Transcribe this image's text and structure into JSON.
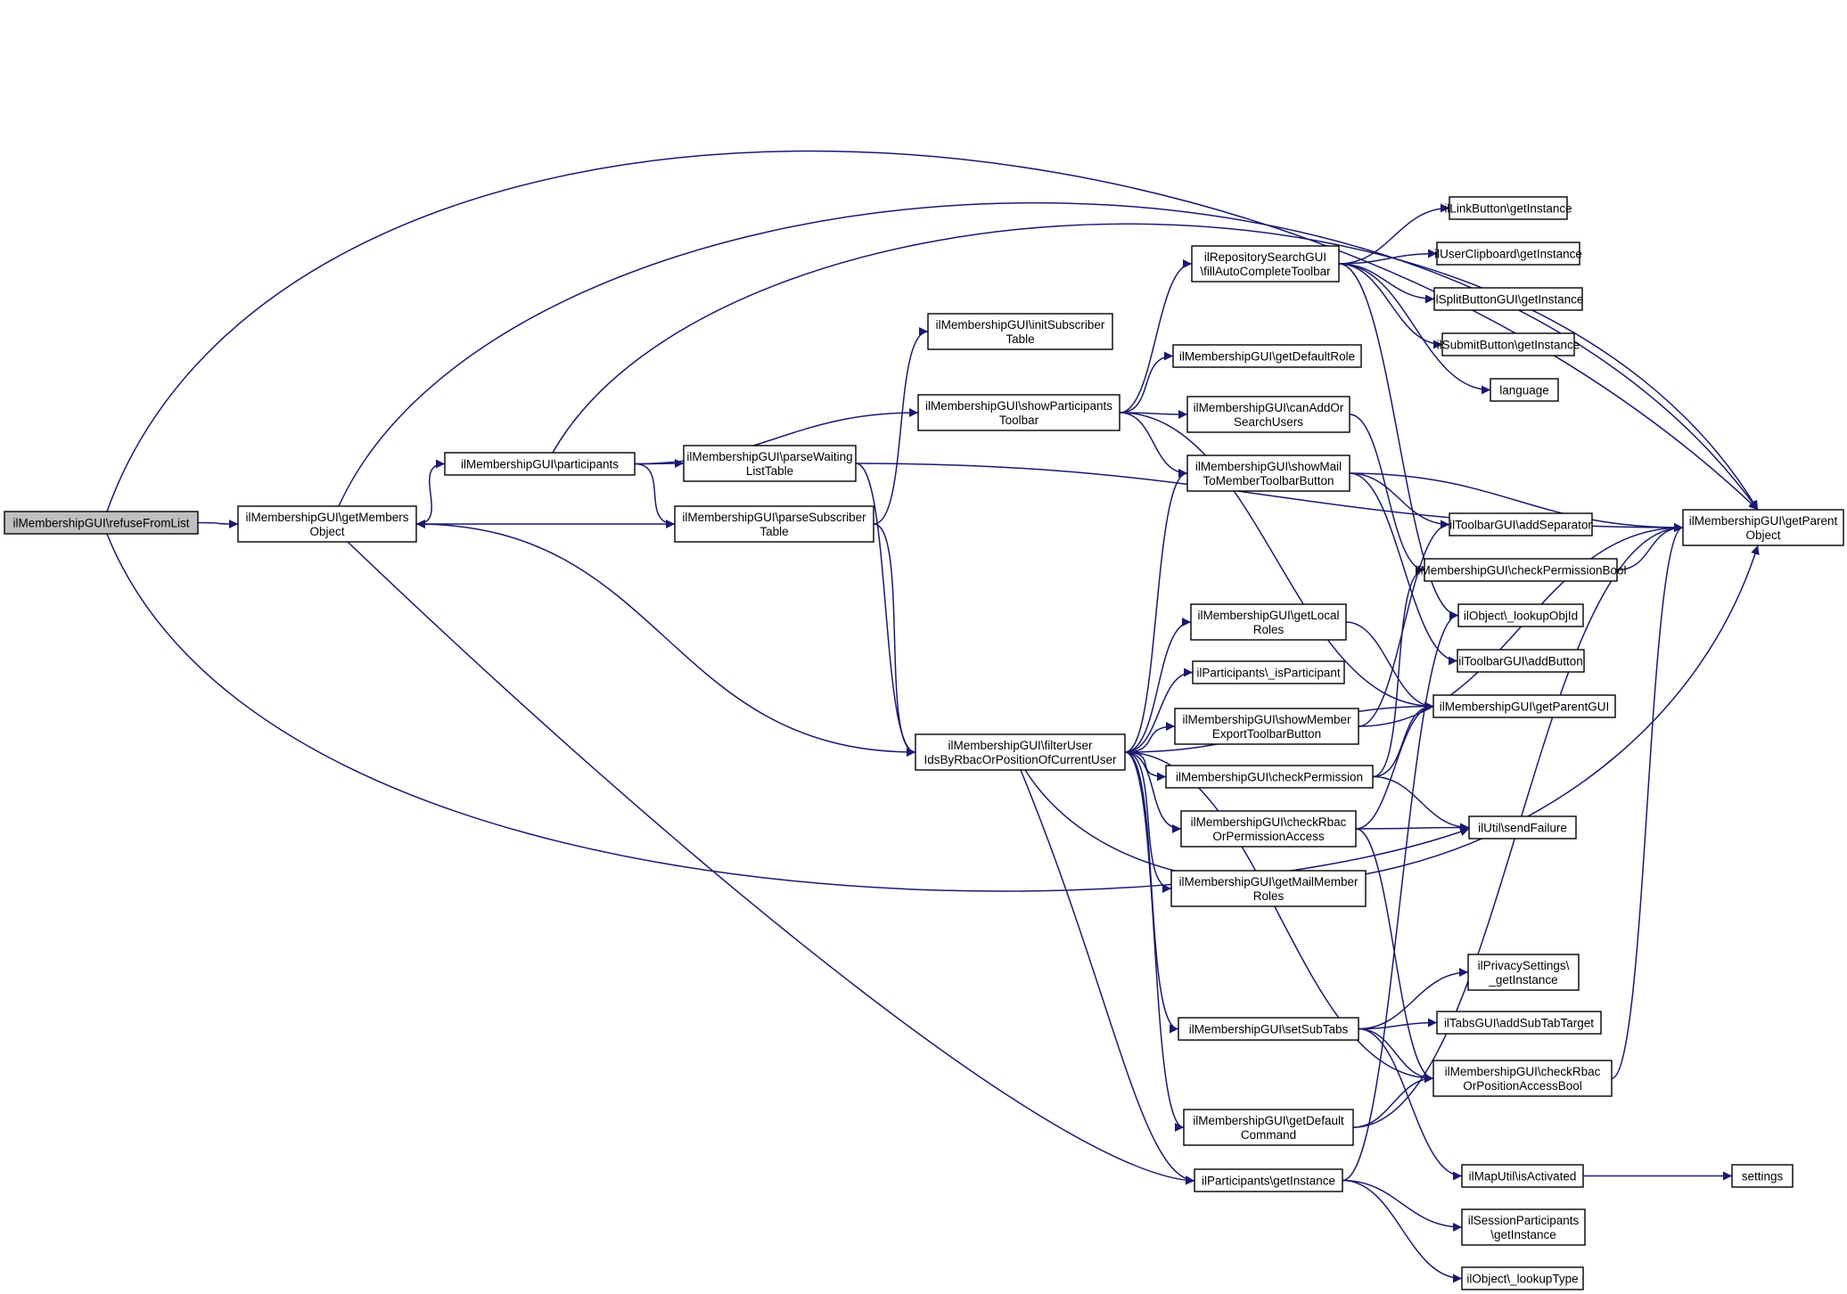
{
  "nodes": [
    {
      "id": "refuse",
      "lines": [
        "ilMembershipGUI\\refuseFromList"
      ],
      "root": true
    },
    {
      "id": "getMembers",
      "lines": [
        "ilMembershipGUI\\getMembers",
        "Object"
      ]
    },
    {
      "id": "participants",
      "lines": [
        "ilMembershipGUI\\participants"
      ]
    },
    {
      "id": "parseWaiting",
      "lines": [
        "ilMembershipGUI\\parseWaiting",
        "ListTable"
      ]
    },
    {
      "id": "parseSubscriber",
      "lines": [
        "ilMembershipGUI\\parseSubscriber",
        "Table"
      ]
    },
    {
      "id": "initSubscriber",
      "lines": [
        "ilMembershipGUI\\initSubscriber",
        "Table"
      ]
    },
    {
      "id": "showPart",
      "lines": [
        "ilMembershipGUI\\showParticipants",
        "Toolbar"
      ]
    },
    {
      "id": "filterUser",
      "lines": [
        "ilMembershipGUI\\filterUser",
        "IdsByRbacOrPositionOfCurrentUser"
      ]
    },
    {
      "id": "repoSearch",
      "lines": [
        "ilRepositorySearchGUI",
        "\\fillAutoCompleteToolbar"
      ]
    },
    {
      "id": "getDefaultRole",
      "lines": [
        "ilMembershipGUI\\getDefaultRole"
      ]
    },
    {
      "id": "canAddOr",
      "lines": [
        "ilMembershipGUI\\canAddOr",
        "SearchUsers"
      ]
    },
    {
      "id": "showMail",
      "lines": [
        "ilMembershipGUI\\showMail",
        "ToMemberToolbarButton"
      ]
    },
    {
      "id": "getLocalRoles",
      "lines": [
        "ilMembershipGUI\\getLocal",
        "Roles"
      ]
    },
    {
      "id": "isParticipant",
      "lines": [
        "ilParticipants\\_isParticipant"
      ]
    },
    {
      "id": "showMemberExport",
      "lines": [
        "ilMembershipGUI\\showMember",
        "ExportToolbarButton"
      ]
    },
    {
      "id": "checkPermission",
      "lines": [
        "ilMembershipGUI\\checkPermission"
      ]
    },
    {
      "id": "checkRbacOrPerm",
      "lines": [
        "ilMembershipGUI\\checkRbac",
        "OrPermissionAccess"
      ]
    },
    {
      "id": "getMailMember",
      "lines": [
        "ilMembershipGUI\\getMailMember",
        "Roles"
      ]
    },
    {
      "id": "setSubTabs",
      "lines": [
        "ilMembershipGUI\\setSubTabs"
      ]
    },
    {
      "id": "getDefaultCommand",
      "lines": [
        "ilMembershipGUI\\getDefault",
        "Command"
      ]
    },
    {
      "id": "partGetInstance",
      "lines": [
        "ilParticipants\\getInstance"
      ]
    },
    {
      "id": "linkButton",
      "lines": [
        "ilLinkButton\\getInstance"
      ]
    },
    {
      "id": "userClipboard",
      "lines": [
        "ilUserClipboard\\getInstance"
      ]
    },
    {
      "id": "splitButton",
      "lines": [
        "ilSplitButtonGUI\\getInstance"
      ]
    },
    {
      "id": "submitButton",
      "lines": [
        "ilSubmitButton\\getInstance"
      ]
    },
    {
      "id": "language",
      "lines": [
        "language"
      ]
    },
    {
      "id": "addSeparator",
      "lines": [
        "ilToolbarGUI\\addSeparator"
      ]
    },
    {
      "id": "checkPermBool",
      "lines": [
        "ilMembershipGUI\\checkPermissionBool"
      ]
    },
    {
      "id": "lookupObjId",
      "lines": [
        "ilObject\\_lookupObjId"
      ]
    },
    {
      "id": "addButton",
      "lines": [
        "ilToolbarGUI\\addButton"
      ]
    },
    {
      "id": "getParentGUI",
      "lines": [
        "ilMembershipGUI\\getParentGUI"
      ]
    },
    {
      "id": "sendFailure",
      "lines": [
        "ilUtil\\sendFailure"
      ]
    },
    {
      "id": "privacy",
      "lines": [
        "ilPrivacySettings\\",
        "_getInstance"
      ]
    },
    {
      "id": "addSubTab",
      "lines": [
        "ilTabsGUI\\addSubTabTarget"
      ]
    },
    {
      "id": "checkRbacPosBool",
      "lines": [
        "ilMembershipGUI\\checkRbac",
        "OrPositionAccessBool"
      ]
    },
    {
      "id": "mapUtil",
      "lines": [
        "ilMapUtil\\isActivated"
      ]
    },
    {
      "id": "settings",
      "lines": [
        "settings"
      ]
    },
    {
      "id": "sessionPart",
      "lines": [
        "ilSessionParticipants",
        "\\getInstance"
      ]
    },
    {
      "id": "lookupType",
      "lines": [
        "ilObject\\_lookupType"
      ]
    },
    {
      "id": "getParentObject",
      "lines": [
        "ilMembershipGUI\\getParent",
        "Object"
      ]
    }
  ],
  "edges": [
    [
      "refuse",
      "getMembers"
    ],
    [
      "refuse",
      "getParentObject"
    ],
    [
      "refuse",
      "sendFailure"
    ],
    [
      "getMembers",
      "participants"
    ],
    [
      "getMembers",
      "getParentObject"
    ],
    [
      "getMembers",
      "partGetInstance"
    ],
    [
      "participants",
      "parseWaiting"
    ],
    [
      "participants",
      "parseSubscriber"
    ],
    [
      "participants",
      "showPart"
    ],
    [
      "participants",
      "getParentObject"
    ],
    [
      "parseSubscriber",
      "getMembers"
    ],
    [
      "parseSubscriber",
      "initSubscriber"
    ],
    [
      "parseSubscriber",
      "filterUser"
    ],
    [
      "parseWaiting",
      "filterUser"
    ],
    [
      "parseWaiting",
      "getParentObject"
    ],
    [
      "showPart",
      "repoSearch"
    ],
    [
      "showPart",
      "getDefaultRole"
    ],
    [
      "showPart",
      "canAddOr"
    ],
    [
      "showPart",
      "showMail"
    ],
    [
      "showPart",
      "getParentGUI"
    ],
    [
      "repoSearch",
      "linkButton"
    ],
    [
      "repoSearch",
      "userClipboard"
    ],
    [
      "repoSearch",
      "splitButton"
    ],
    [
      "repoSearch",
      "submitButton"
    ],
    [
      "repoSearch",
      "language"
    ],
    [
      "repoSearch",
      "lookupObjId"
    ],
    [
      "canAddOr",
      "checkPermBool"
    ],
    [
      "showMail",
      "addSeparator"
    ],
    [
      "showMail",
      "addButton"
    ],
    [
      "showMail",
      "getParentObject"
    ],
    [
      "filterUser",
      "getMembers"
    ],
    [
      "filterUser",
      "showMail"
    ],
    [
      "filterUser",
      "getLocalRoles"
    ],
    [
      "filterUser",
      "isParticipant"
    ],
    [
      "filterUser",
      "showMemberExport"
    ],
    [
      "filterUser",
      "checkPermission"
    ],
    [
      "filterUser",
      "checkRbacOrPerm"
    ],
    [
      "filterUser",
      "getMailMember"
    ],
    [
      "filterUser",
      "setSubTabs"
    ],
    [
      "filterUser",
      "getDefaultCommand"
    ],
    [
      "filterUser",
      "partGetInstance"
    ],
    [
      "filterUser",
      "getParentGUI"
    ],
    [
      "filterUser",
      "getParentObject"
    ],
    [
      "filterUser",
      "checkRbacPosBool"
    ],
    [
      "getLocalRoles",
      "getParentGUI"
    ],
    [
      "showMemberExport",
      "addSeparator"
    ],
    [
      "showMemberExport",
      "getParentObject"
    ],
    [
      "checkPermission",
      "checkPermBool"
    ],
    [
      "checkPermission",
      "sendFailure"
    ],
    [
      "checkPermission",
      "getParentGUI"
    ],
    [
      "checkRbacOrPerm",
      "sendFailure"
    ],
    [
      "checkRbacOrPerm",
      "checkRbacPosBool"
    ],
    [
      "checkRbacOrPerm",
      "getParentGUI"
    ],
    [
      "checkPermBool",
      "getParentObject"
    ],
    [
      "setSubTabs",
      "privacy"
    ],
    [
      "setSubTabs",
      "addSubTab"
    ],
    [
      "setSubTabs",
      "checkRbacPosBool"
    ],
    [
      "setSubTabs",
      "mapUtil"
    ],
    [
      "getDefaultCommand",
      "checkRbacPosBool"
    ],
    [
      "getDefaultCommand",
      "getParentObject"
    ],
    [
      "checkRbacPosBool",
      "getParentObject"
    ],
    [
      "mapUtil",
      "settings"
    ],
    [
      "partGetInstance",
      "sessionPart"
    ],
    [
      "partGetInstance",
      "lookupType"
    ],
    [
      "partGetInstance",
      "lookupObjId"
    ]
  ]
}
